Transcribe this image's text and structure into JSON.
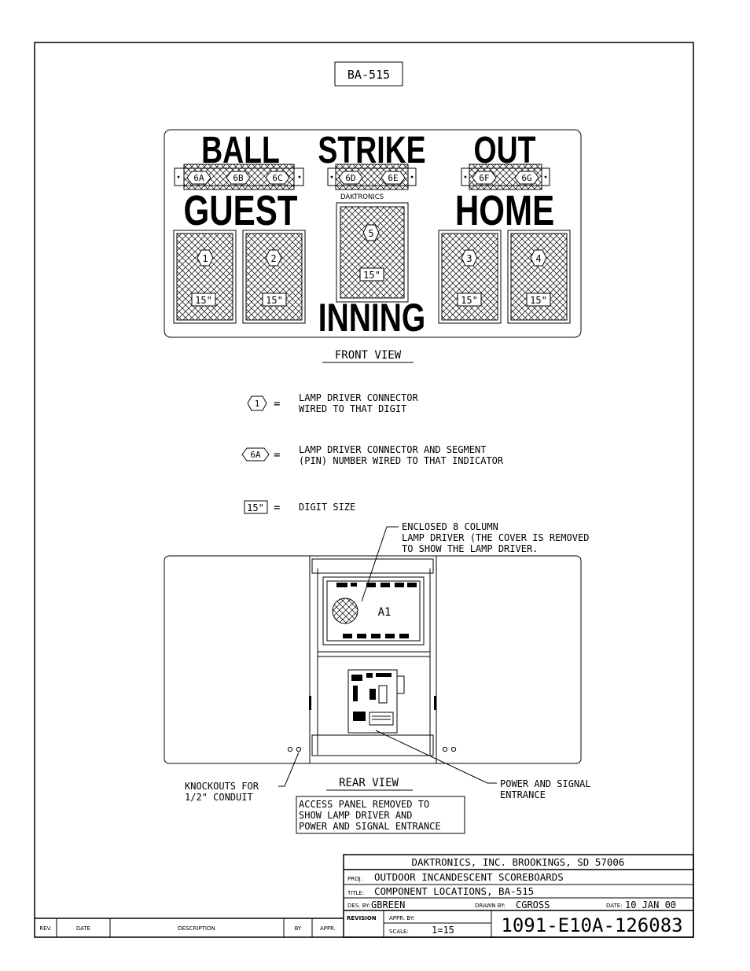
{
  "model_label": "BA-515",
  "front": {
    "captions": {
      "ball": "BALL",
      "strike": "STRIKE",
      "out": "OUT",
      "guest": "GUEST",
      "home": "HOME",
      "inning": "INNING"
    },
    "brand": "DAKTRONICS",
    "indicators": [
      "6A",
      "6B",
      "6C",
      "6D",
      "6E",
      "6F",
      "6G"
    ],
    "digits": [
      "1",
      "2",
      "3",
      "4",
      "5"
    ],
    "digit_size": "15\"",
    "view_title": "FRONT VIEW"
  },
  "legend": [
    {
      "symbol": "1",
      "text_line1": "LAMP DRIVER CONNECTOR",
      "text_line2": "WIRED TO THAT DIGIT"
    },
    {
      "symbol": "6A",
      "text_line1": "LAMP DRIVER CONNECTOR AND SEGMENT",
      "text_line2": "(PIN) NUMBER WIRED TO THAT INDICATOR"
    },
    {
      "symbol": "15\"",
      "text_line1": "DIGIT SIZE",
      "text_line2": ""
    }
  ],
  "legend_equals": "=",
  "rear": {
    "callout_lamp_driver": [
      "ENCLOSED 8 COLUMN",
      "LAMP DRIVER (THE COVER IS REMOVED",
      "TO SHOW THE LAMP DRIVER."
    ],
    "driver_label": "A1",
    "knockouts": [
      "KNOCKOUTS FOR",
      "1/2\" CONDUIT"
    ],
    "power_signal": [
      "POWER AND SIGNAL",
      "ENTRANCE"
    ],
    "view_title": "REAR VIEW",
    "access_panel": [
      "ACCESS PANEL REMOVED TO",
      "SHOW LAMP DRIVER AND",
      "POWER AND SIGNAL ENTRANCE"
    ]
  },
  "title_block": {
    "company": "DAKTRONICS, INC.   BROOKINGS, SD  57006",
    "proj_label": "PROJ:",
    "proj": "OUTDOOR INCANDESCENT SCOREBOARDS",
    "title_label": "TITLE:",
    "title": "COMPONENT LOCATIONS, BA-515",
    "des_label": "DES. BY:",
    "des": "GBREEN",
    "drawn_label": "DRAWN BY:",
    "drawn": "CGROSS",
    "date_label": "DATE:",
    "date": "10 JAN 00",
    "revision_label": "REVISION",
    "appr_label": "APPR. BY:",
    "scale_label": "SCALE:",
    "scale": "1=15",
    "drawing_number": "1091-E10A-126083"
  },
  "revision_block": {
    "rev": "REV.",
    "date": "DATE",
    "description": "DESCRIPTION",
    "by": "BY",
    "appr": "APPR."
  }
}
